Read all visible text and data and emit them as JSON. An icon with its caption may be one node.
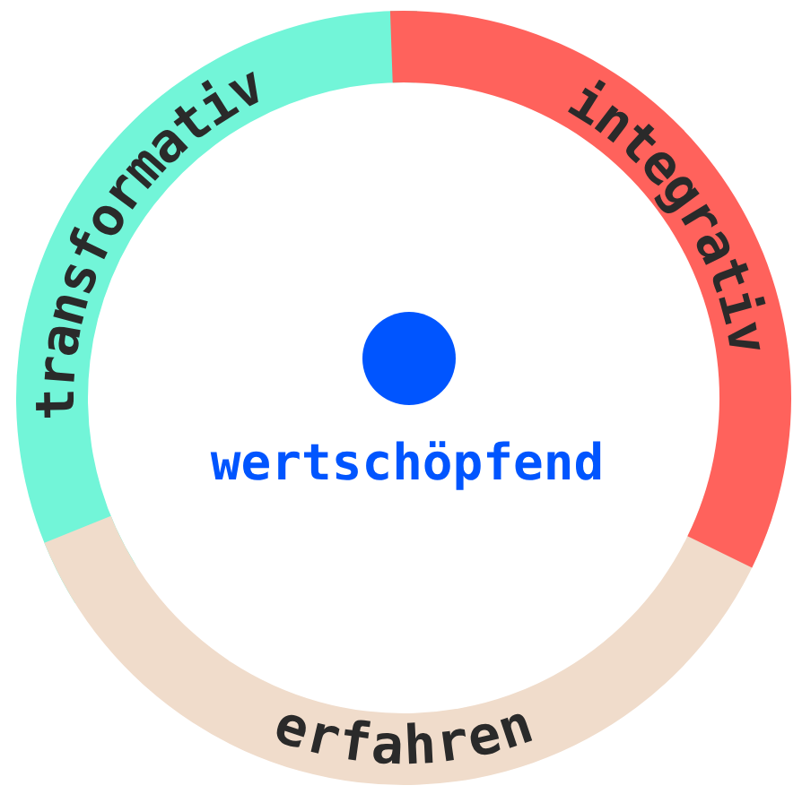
{
  "diagram": {
    "nodes": [
      {
        "text": [
          "transformativ"
        ]
      },
      {
        "text": [
          "integrativ"
        ]
      },
      {
        "text": [
          "erfahren"
        ]
      },
      {
        "text": [
          "wertschöpfend"
        ]
      }
    ]
  }
}
